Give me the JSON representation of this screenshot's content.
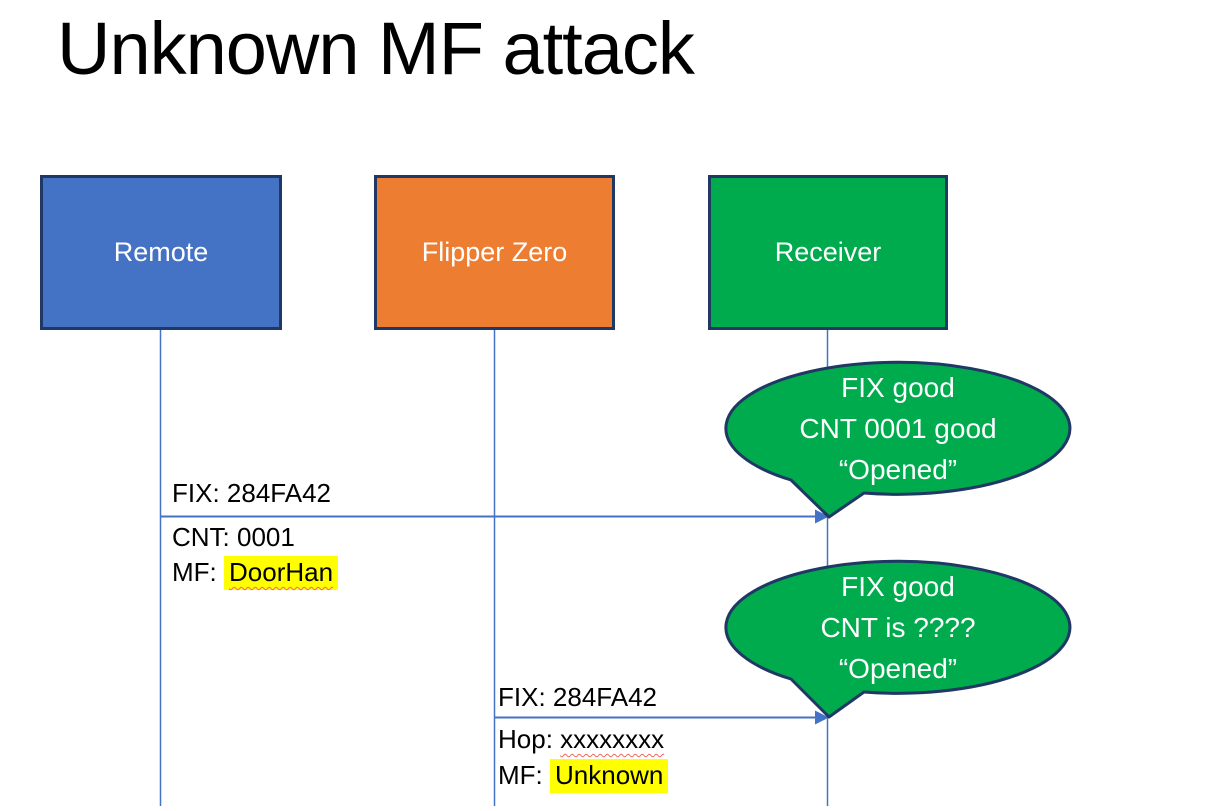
{
  "title": "Unknown MF attack",
  "actors": [
    {
      "id": "remote",
      "label": "Remote",
      "fill": "#4472C4"
    },
    {
      "id": "flipper",
      "label": "Flipper Zero",
      "fill": "#ED7D31"
    },
    {
      "id": "receiver",
      "label": "Receiver",
      "fill": "#00AB4E"
    }
  ],
  "messages": [
    {
      "from": "Remote",
      "to": "Receiver",
      "above": "FIX: 284FA42",
      "below1": "CNT: 0001",
      "below2_prefix": "MF: ",
      "below2_value": "DoorHan",
      "below2_style": "yellow-highlight + red-squiggle"
    },
    {
      "from": "Flipper Zero",
      "to": "Receiver",
      "above": "FIX: 284FA42",
      "below1_prefix": "Hop: ",
      "below1_value": "xxxxxxxx",
      "below1_style": "red-squiggle",
      "below2_prefix": "MF: ",
      "below2_value": "Unknown",
      "below2_style": "yellow-highlight"
    }
  ],
  "callouts": [
    {
      "line1": "FIX good",
      "line2": "CNT 0001 good",
      "line3": "“Opened”"
    },
    {
      "line1": "FIX good",
      "line2": "CNT is ????",
      "line3": "“Opened”"
    }
  ],
  "colors": {
    "remote_fill": "#4472C4",
    "flipper_fill": "#ED7D31",
    "receiver_fill": "#00AB4E",
    "callout_fill": "#00AB4E",
    "shape_outline": "#1F3864",
    "connector_blue": "#4472C4",
    "highlight_yellow": "#FFFF00",
    "squiggle_red": "#F4665C",
    "title_text": "#000000",
    "box_text": "#FFFFFF"
  }
}
